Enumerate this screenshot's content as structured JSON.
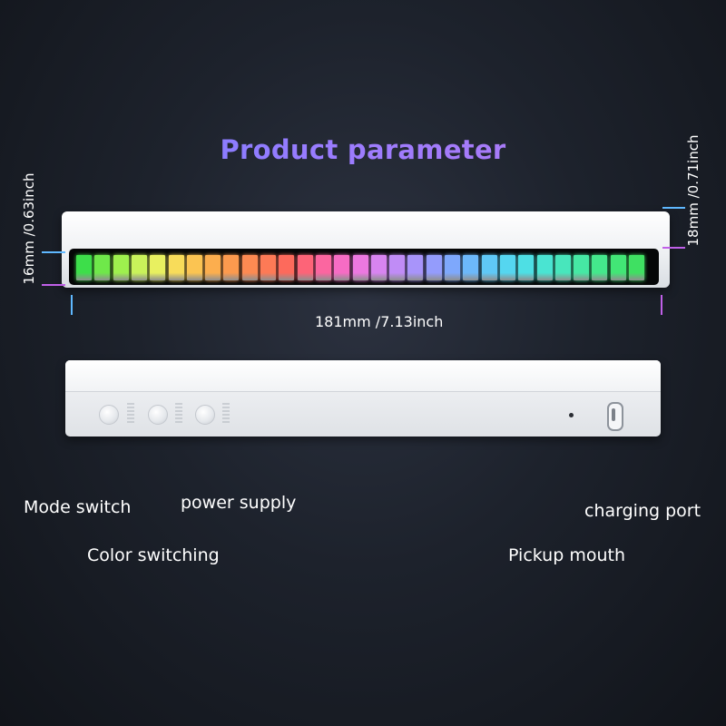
{
  "title": "Product parameter",
  "dimensions": {
    "height_front": "16mm /0.63inch",
    "height_side": "18mm /0.71inch",
    "length": "181mm /7.13inch"
  },
  "callouts": {
    "mode_switch": "Mode switch",
    "color_switching": "Color switching",
    "power_supply": "power supply",
    "pickup_mouth": "Pickup mouth",
    "charging_port": "charging port"
  },
  "led_colors": [
    "#3dde4a",
    "#6fe84a",
    "#9ef04e",
    "#c9f25a",
    "#e8f060",
    "#f8dc5a",
    "#fbc452",
    "#fcae4e",
    "#fc9a4e",
    "#fd8a52",
    "#fd7a56",
    "#fd6a5c",
    "#fd6478",
    "#fb66a0",
    "#f66cc4",
    "#ec78e0",
    "#d884f0",
    "#c08cf6",
    "#a894fa",
    "#949cfc",
    "#7ea8fc",
    "#6cb8fa",
    "#5fc8f6",
    "#55d6f0",
    "#4edfe4",
    "#4ae4d2",
    "#48e6bc",
    "#46e8a4",
    "#44e88c",
    "#42e676",
    "#3fe062"
  ]
}
